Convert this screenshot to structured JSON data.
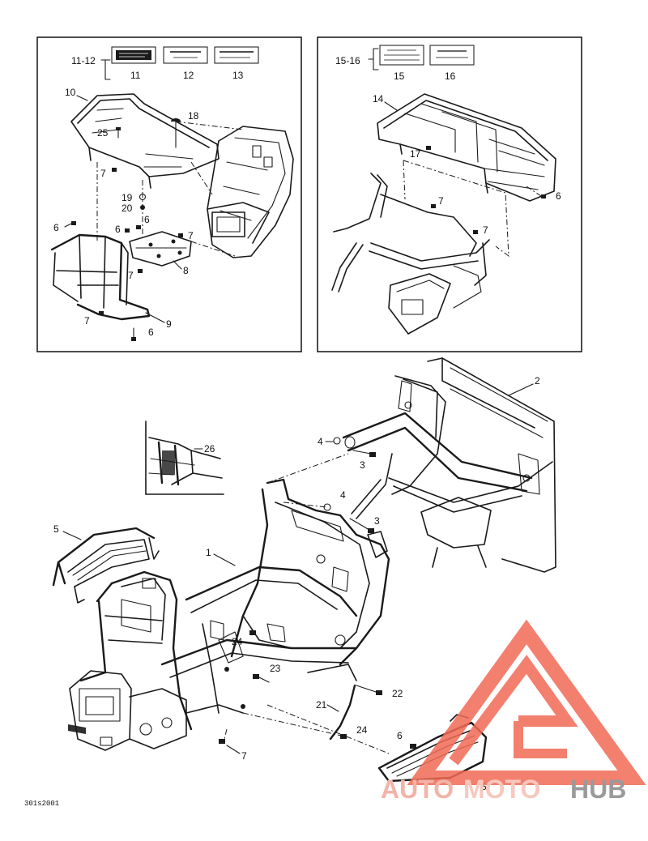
{
  "inset_left": {
    "group_label": "11-12",
    "decal_numbers": [
      "11",
      "12",
      "13"
    ],
    "callouts": {
      "n10": "10",
      "n25": "25",
      "n18": "18",
      "n7a": "7",
      "n19": "19",
      "n20": "20",
      "n6a": "6",
      "n6b": "6",
      "n6c": "6",
      "n7b": "7",
      "n8": "8",
      "n7c": "7",
      "n7d": "7",
      "n9": "9",
      "n6d": "6"
    }
  },
  "inset_right": {
    "group_label": "15-16",
    "decal_numbers": [
      "15",
      "16"
    ],
    "callouts": {
      "n14": "14",
      "n17": "17",
      "n7a": "7",
      "n7b": "7",
      "n6": "6"
    }
  },
  "main": {
    "callouts": {
      "n2": "2",
      "n26": "26",
      "n4a": "4",
      "n3a": "3",
      "n4b": "4",
      "n3b": "3",
      "n5a": "5",
      "n1": "1",
      "n24a": "24",
      "n23": "23",
      "n22": "22",
      "n21": "21",
      "n24b": "24",
      "n6": "6",
      "n7": "7",
      "n5b": "5"
    }
  },
  "footer": {
    "code": "301s2001"
  },
  "watermark": {
    "part1": "AUTO",
    "part2": "MOTO",
    "part3": "HUB",
    "color_primary": "#f0a8a0",
    "color_logo": "#f26a55",
    "color_gray": "#9a9a9a"
  }
}
